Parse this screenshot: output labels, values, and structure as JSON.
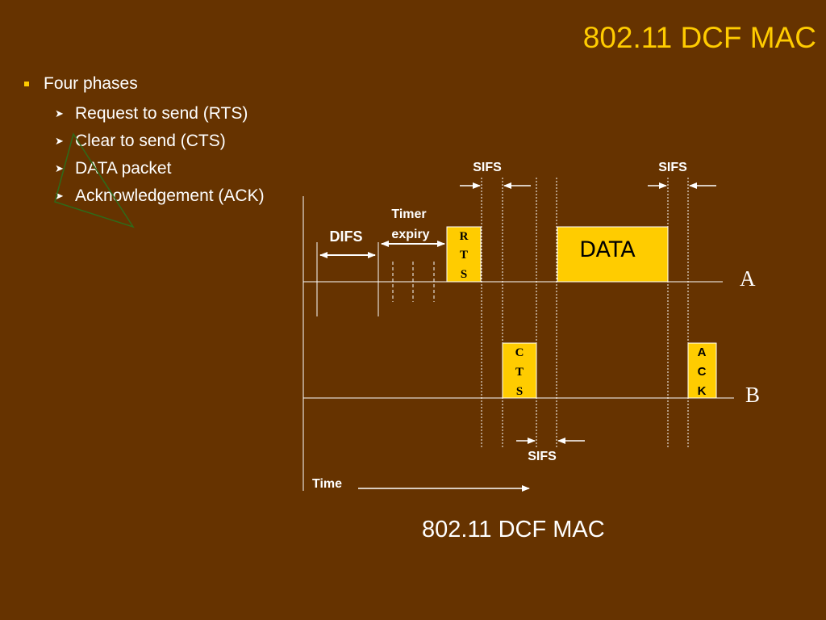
{
  "slide": {
    "title": "802.11 DCF MAC",
    "caption": "802.11 DCF MAC"
  },
  "bullets": {
    "main": "Four phases",
    "sub": [
      "Request to send (RTS)",
      "Clear to send (CTS)",
      "DATA packet",
      "Acknowledgement (ACK)"
    ]
  },
  "diagram": {
    "sifs_top_left": "SIFS",
    "sifs_top_right": "SIFS",
    "sifs_bottom": "SIFS",
    "timer_line1": "Timer",
    "timer_line2": "expiry",
    "difs": "DIFS",
    "rts": [
      "R",
      "T",
      "S"
    ],
    "cts": [
      "C",
      "T",
      "S"
    ],
    "ack": [
      "A",
      "C",
      "K"
    ],
    "data": "DATA",
    "station_a": "A",
    "station_b": "B",
    "time": "Time"
  },
  "colors": {
    "background": "#663300",
    "accent": "#ffcc00",
    "frame": "#ffcc00",
    "annotation": "#2e6b1a"
  }
}
